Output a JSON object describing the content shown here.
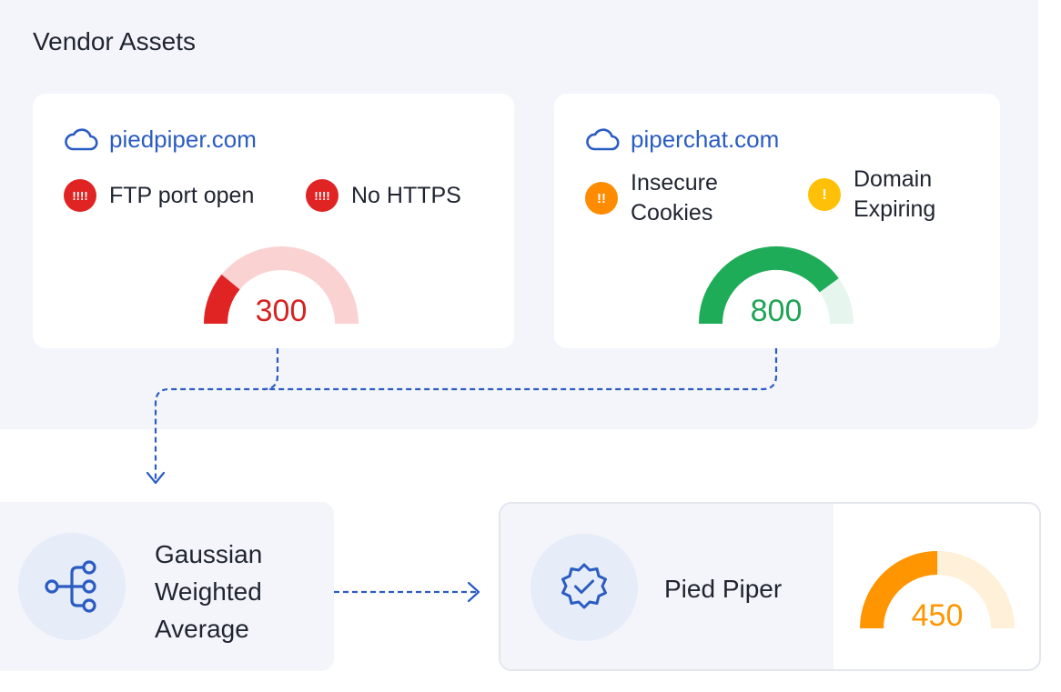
{
  "vendor_assets": {
    "title": "Vendor Assets",
    "assets": [
      {
        "domain": "piedpiper.com",
        "issues": [
          {
            "badge": "!!!!",
            "label": "FTP port open",
            "color": "#e02424"
          },
          {
            "badge": "!!!!",
            "label": "No HTTPS",
            "color": "#e02424"
          }
        ],
        "score": "300",
        "score_fraction": 0.22,
        "color": "#e02424",
        "track_color": "#fbd2d2",
        "text_color": "#d42323"
      },
      {
        "domain": "piperchat.com",
        "issues": [
          {
            "badge": "!!",
            "label_line1": "Insecure",
            "label_line2": "Cookies",
            "color": "#ff8c00"
          },
          {
            "badge": "!",
            "label_line1": "Domain",
            "label_line2": "Expiring",
            "color": "#ffc107"
          }
        ],
        "score": "800",
        "score_fraction": 0.8,
        "color": "#1fac58",
        "track_color": "#e6f6ee",
        "text_color": "#1fa455"
      }
    ]
  },
  "aggregator": {
    "label_line1": "Gaussian",
    "label_line2": "Weighted",
    "label_line3": "Average",
    "icon": "hierarchy-icon"
  },
  "result": {
    "label": "Pied Piper",
    "icon": "verified-badge-icon",
    "score": "450",
    "score_fraction": 0.5,
    "color": "#ff9500",
    "track_color": "#fff0da"
  },
  "colors": {
    "accent": "#2a5cc2",
    "panel_bg": "#f3f5fa"
  }
}
